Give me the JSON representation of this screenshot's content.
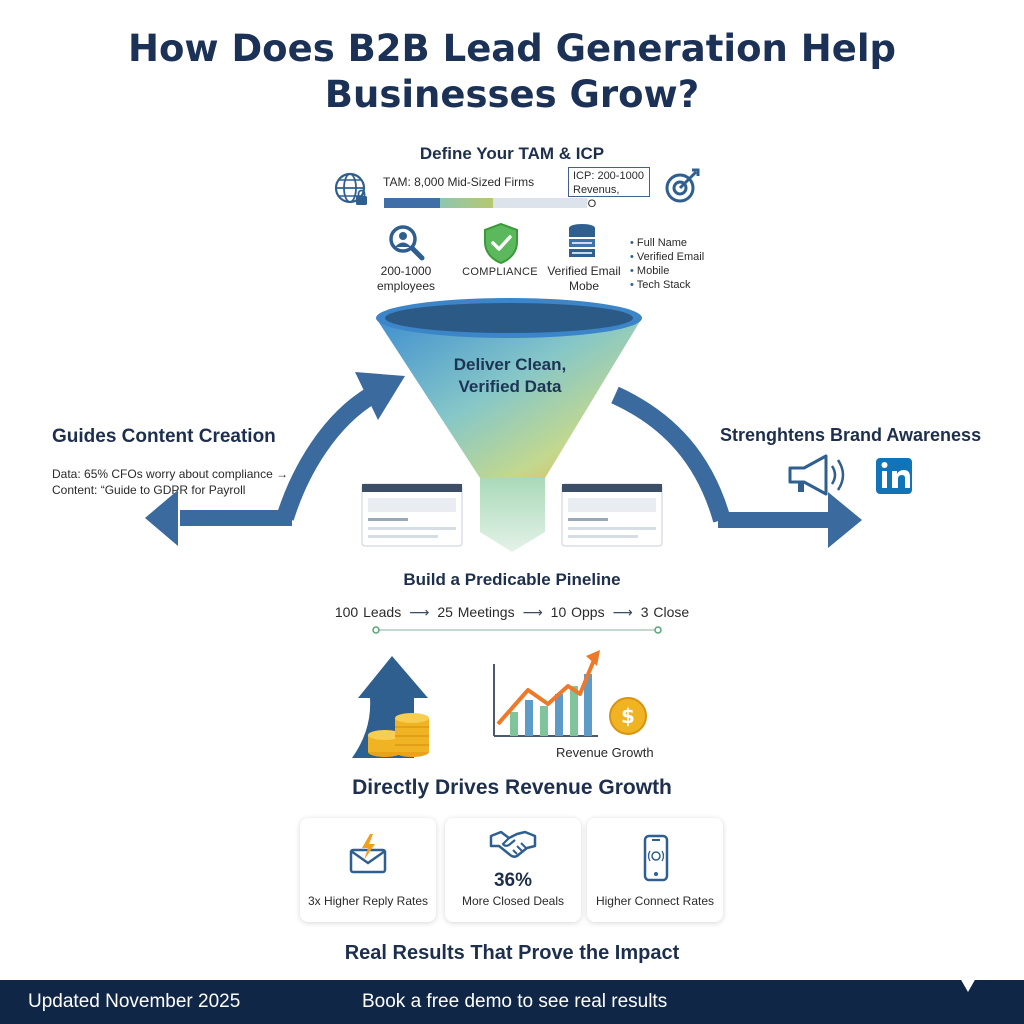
{
  "title": {
    "line1": "How Does B2B Lead Generation Help",
    "line2": "Businesses Grow?"
  },
  "tam": {
    "heading": "Define Your TAM & ICP",
    "tam_text": "TAM: 8,000 Mid-Sized Firms",
    "icp_line1": "ICP: 200-1000",
    "icp_line2": "Revenus, CFO",
    "bar_colors": [
      "#3f6fa6",
      "#8dc4a3",
      "#d9dfe6"
    ]
  },
  "features": {
    "employees_line1": "200-1000",
    "employees_line2": "employees",
    "compliance": "COMPLIANCE",
    "email_line1": "Verified Email",
    "email_line2": "Mobe",
    "fields": [
      "Full Name",
      "Verified Email",
      "Mobile",
      "Tech Stack"
    ]
  },
  "funnel": {
    "line1": "Deliver Clean,",
    "line2": "Verified Data"
  },
  "guides": {
    "heading": "Guides Content Creation",
    "data_line": "Data: 65% CFOs worry about compliance →",
    "content_line": "Content: “Guide to GDPR for Payroll"
  },
  "brand": {
    "heading": "Strenghtens Brand Awareness"
  },
  "pipeline": {
    "heading": "Build a Predicable Pineline",
    "steps": [
      "100 Leads",
      "25 Meetings",
      "10 Opps",
      "3 Close"
    ],
    "arrow": "⟶"
  },
  "revenue": {
    "label": "Revenue Growth",
    "heading": "Directly Drives Revenue Growth"
  },
  "cards": [
    {
      "value": "",
      "label": "3x Higher Reply Rates",
      "icon": "email-lightning-icon"
    },
    {
      "value": "36%",
      "label": "More Closed Deals",
      "icon": "handshake-icon"
    },
    {
      "value": "",
      "label": "Higher Connect Rates",
      "icon": "mobile-phone-icon"
    }
  ],
  "results_heading": "Real Results That Prove the Impact",
  "footer": {
    "updated": "Updated November 2025",
    "cta": "Book a free demo to see real results"
  },
  "colors": {
    "navy": "#1b3156",
    "arrow_blue": "#3b6a9f",
    "funnel_top": "#4f8fc8",
    "funnel_mid": "#8cc6b8",
    "funnel_warm": "#f2b04a",
    "gold": "#f0b323",
    "orange": "#ec7a2a",
    "green": "#4fb34f",
    "footer_bg": "#0f2647"
  }
}
